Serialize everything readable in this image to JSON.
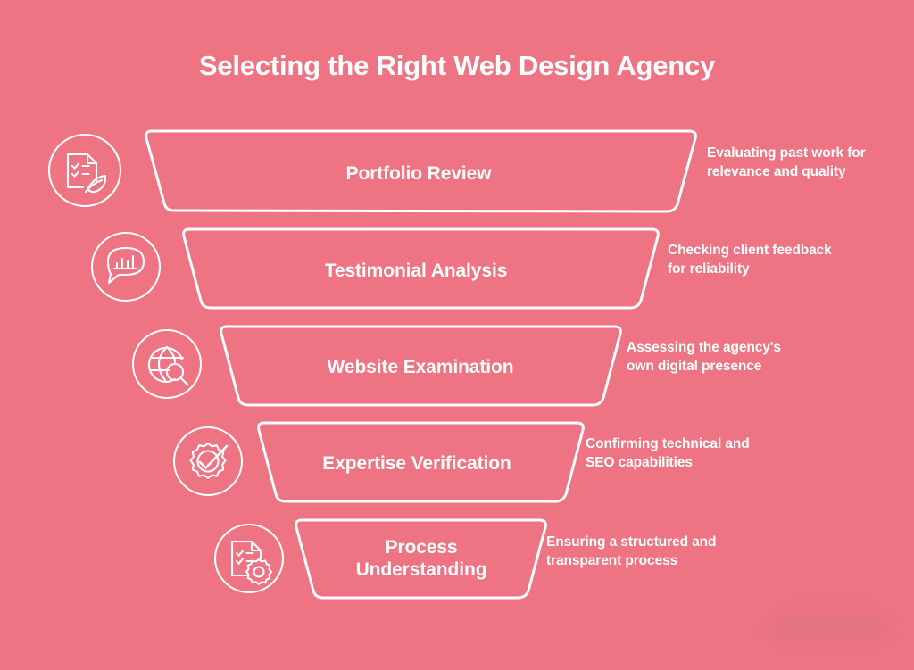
{
  "page": {
    "title": "Selecting the Right Web Design Agency",
    "background_color": "#ee7383",
    "foreground_color": "#ffffff"
  },
  "chart_data": {
    "type": "funnel",
    "title": "Selecting the Right Web Design Agency",
    "orientation": "vertical-descending",
    "stage_count": 5,
    "stages": [
      {
        "index": 1,
        "label": "Portfolio Review",
        "description": "Evaluating past work for relevance and quality",
        "icon": "checklist-feather-icon",
        "width_ratio": 1.0
      },
      {
        "index": 2,
        "label": "Testimonial Analysis",
        "description": "Checking client feedback for reliability",
        "icon": "speech-bubble-bar-chart-icon",
        "width_ratio": 0.85
      },
      {
        "index": 3,
        "label": "Website Examination",
        "description": "Assessing the agency's own digital presence",
        "icon": "globe-magnifier-icon",
        "width_ratio": 0.71
      },
      {
        "index": 4,
        "label": "Expertise Verification",
        "description": "Confirming technical and SEO capabilities",
        "icon": "gear-check-icon",
        "width_ratio": 0.56
      },
      {
        "index": 5,
        "label": "Process\nUnderstanding",
        "description": "Ensuring a structured and transparent process",
        "icon": "document-gear-icon",
        "width_ratio": 0.41
      }
    ]
  }
}
